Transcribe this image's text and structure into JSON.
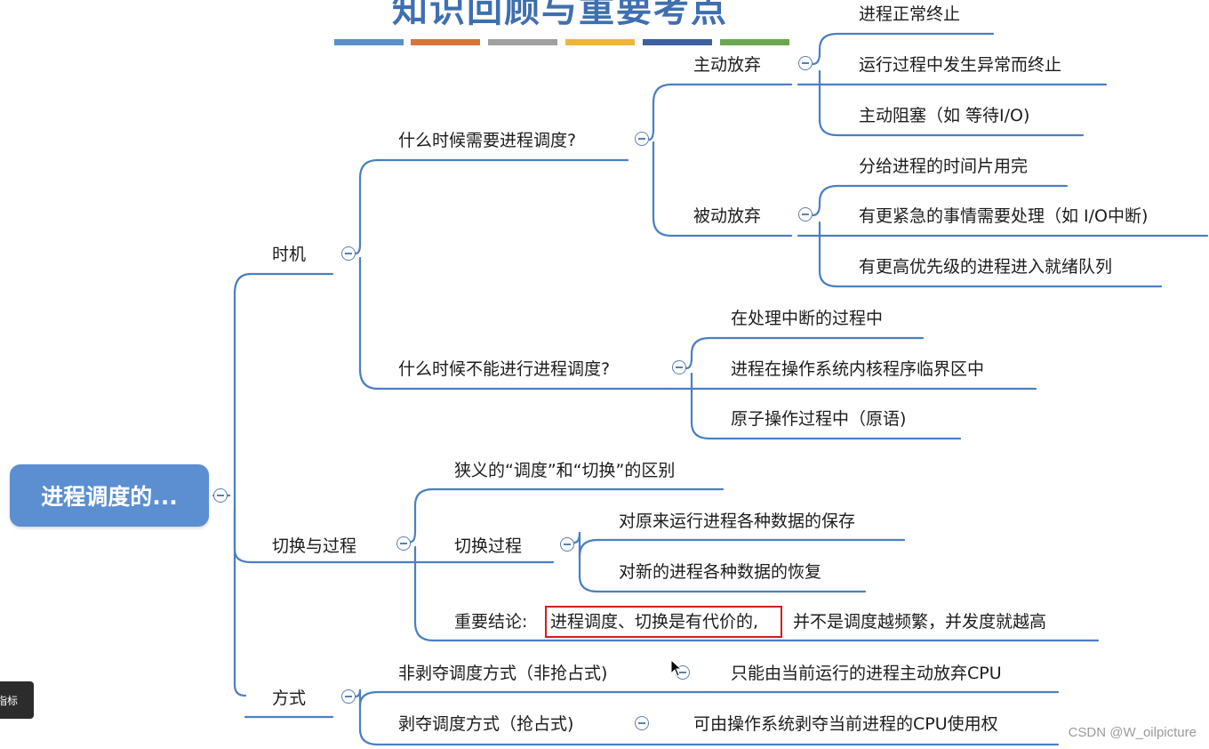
{
  "header": {
    "title": "知识回顾与重要考点",
    "color_bars": [
      "#5a8fc8",
      "#d9743b",
      "#a0a0a0",
      "#f0b53b",
      "#3d5fa0",
      "#6aa84f"
    ]
  },
  "mindmap": {
    "root": "进程调度的...",
    "timing": {
      "label": "时机",
      "when_needed": {
        "label": "什么时候需要进程调度?",
        "active": {
          "label": "主动放弃",
          "items": [
            "进程正常终止",
            "运行过程中发生异常而终止",
            "主动阻塞（如 等待I/O)"
          ]
        },
        "passive": {
          "label": "被动放弃",
          "items": [
            "分给进程的时间片用完",
            "有更紧急的事情需要处理（如 I/O中断)",
            "有更高优先级的进程进入就绪队列"
          ]
        }
      },
      "when_not": {
        "label": "什么时候不能进行进程调度?",
        "items": [
          "在处理中断的过程中",
          "进程在操作系统内核程序临界区中",
          "原子操作过程中（原语)"
        ]
      }
    },
    "switching": {
      "label": "切换与过程",
      "diff": "狭义的“调度”和“切换”的区别",
      "process": {
        "label": "切换过程",
        "items": [
          "对原来运行进程各种数据的保存",
          "对新的进程各种数据的恢复"
        ]
      },
      "conclusion": {
        "prefix": "重要结论:",
        "highlight": "进程调度、切换是有代价的,",
        "suffix": "并不是调度越频繁，并发度就越高"
      }
    },
    "methods": {
      "label": "方式",
      "non_preemptive": {
        "label": "非剥夺调度方式（非抢占式)",
        "detail": "只能由当前运行的进程主动放弃CPU"
      },
      "preemptive": {
        "label": "剥夺调度方式（抢占式)",
        "detail": "可由操作系统剥夺当前进程的CPU使用权"
      }
    }
  },
  "overlay": {
    "watermark": "CSDN @W_oilpicture",
    "tooltip": "指标"
  },
  "colors": {
    "branch_line": "#4a7fc3",
    "root_fill": "#5b8fd1",
    "highlight_border": "#cc1f1f"
  }
}
